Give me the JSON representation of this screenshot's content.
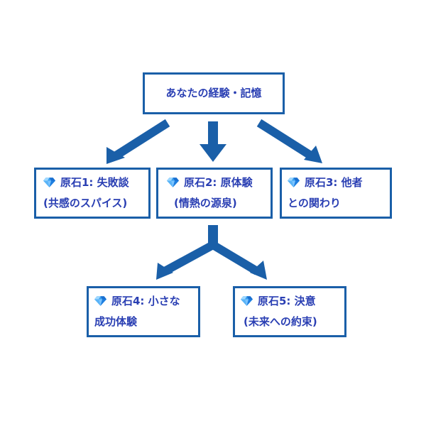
{
  "root": {
    "label": "あなたの経験・記憶"
  },
  "stones": [
    {
      "title": "原石1: 失敗談",
      "subtitle": "(共感のスパイス)",
      "icon": "diamond-icon"
    },
    {
      "title": "原石2: 原体験",
      "subtitle": "(情熱の源泉)",
      "icon": "diamond-icon"
    },
    {
      "title": "原石3: 他者",
      "subtitle": "との関わり",
      "icon": "diamond-icon"
    },
    {
      "title": "原石4: 小さな",
      "subtitle": "成功体験",
      "icon": "diamond-icon"
    },
    {
      "title": "原石5: 決意",
      "subtitle": "(未来への約束)",
      "icon": "diamond-icon"
    }
  ],
  "colors": {
    "arrow": "#1a5fa8",
    "border": "#1a5fa8",
    "text": "#2a3fb3",
    "gem_light": "#9fd8ff",
    "gem_mid": "#3aa0ef",
    "gem_dark": "#1a6fd0"
  }
}
